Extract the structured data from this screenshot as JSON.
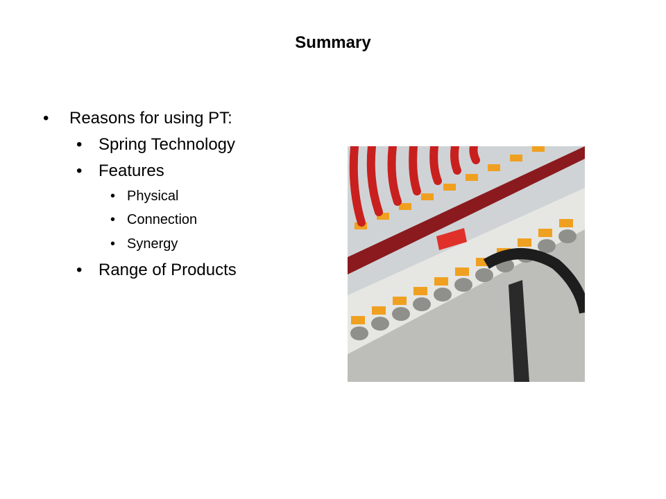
{
  "slide": {
    "title": "Summary",
    "bullet_char": "•",
    "bullets": [
      {
        "level": 1,
        "text": "Reasons for using PT:"
      },
      {
        "level": 2,
        "text": "Spring Technology"
      },
      {
        "level": 2,
        "text": "Features"
      },
      {
        "level": 3,
        "text": "Physical"
      },
      {
        "level": 3,
        "text": "Connection"
      },
      {
        "level": 3,
        "text": "Synergy"
      },
      {
        "level": 2,
        "text": "Range of Products"
      }
    ],
    "colors": {
      "wire_red": "#c8201e",
      "clip_orange": "#f0a020",
      "rail_red": "#8a1a1e"
    }
  }
}
